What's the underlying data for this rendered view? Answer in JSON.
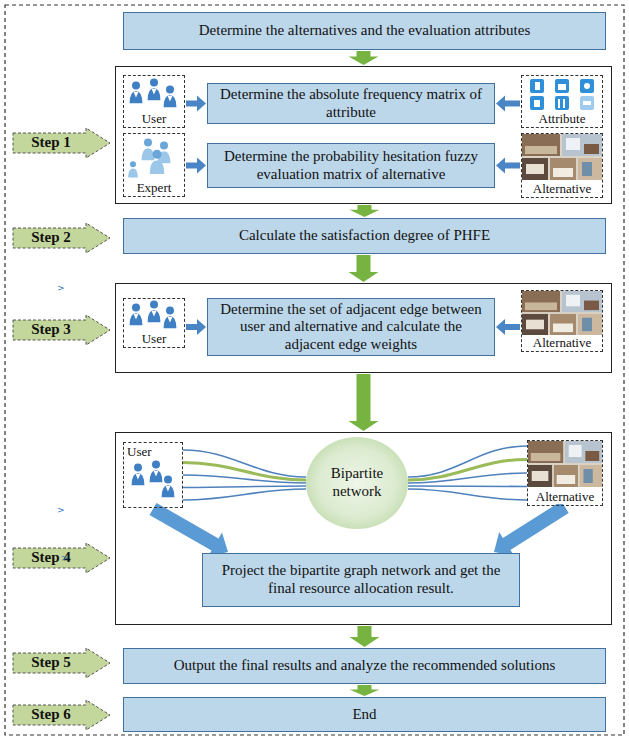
{
  "diagram": {
    "nodes": [
      {
        "text": [
          "Determine  the alternatives and the evaluation attributes"
        ]
      },
      {
        "text": [
          "Step 1"
        ]
      },
      {
        "text": []
      },
      {
        "text": [
          "User"
        ],
        "in": 2
      },
      {
        "text": [
          "Determine the absolute frequency matrix of attribute"
        ],
        "in": 2
      },
      {
        "text": [
          "Attribute"
        ],
        "in": 2
      },
      {
        "text": [
          "Expert"
        ],
        "in": 2
      },
      {
        "text": [
          "Determine the  probability hesitation fuzzy evaluation matrix of alternative"
        ],
        "in": 2
      },
      {
        "text": [
          "Alternative"
        ],
        "in": 2
      },
      {
        "text": [
          "Step 2"
        ]
      },
      {
        "text": [
          "Calculate the satisfaction degree of PHFE"
        ]
      },
      {
        "text": [
          "Step 3"
        ]
      },
      {
        "text": []
      },
      {
        "text": [
          "User"
        ],
        "in": 12
      },
      {
        "text": [
          "Determine the set  of adjacent edge between user  and alternative and calculate the adjacent edge weights"
        ],
        "in": 12
      },
      {
        "text": [
          "Alternative"
        ],
        "in": 12
      },
      {
        "text": [
          "Step 4"
        ]
      },
      {
        "text": []
      },
      {
        "text": [
          "User"
        ],
        "in": 17
      },
      {
        "text": [
          "Bipartite network"
        ],
        "in": 17
      },
      {
        "text": [
          "Alternative"
        ],
        "in": 17
      },
      {
        "text": [
          "Project the bipartite graph network and get the final resource allocation result."
        ],
        "in": 17
      },
      {
        "text": [
          "Step 5"
        ]
      },
      {
        "text": [
          "Output the final results and analyze the recommended solutions"
        ]
      },
      {
        "text": [
          "Step 6"
        ]
      },
      {
        "text": [
          "End"
        ]
      }
    ],
    "edges": [
      {
        "from": 0,
        "to": 2,
        "arrow": "to"
      },
      {
        "from": 3,
        "to": 4,
        "arrow": "to"
      },
      {
        "from": 5,
        "to": 4,
        "arrow": "to"
      },
      {
        "from": 6,
        "to": 7,
        "arrow": "to"
      },
      {
        "from": 8,
        "to": 7,
        "arrow": "to"
      },
      {
        "from": 2,
        "to": 10,
        "arrow": "to"
      },
      {
        "from": 10,
        "to": 12,
        "arrow": "to"
      },
      {
        "from": 13,
        "to": 14,
        "arrow": "to"
      },
      {
        "from": 15,
        "to": 14,
        "arrow": "to"
      },
      {
        "from": 12,
        "to": 17,
        "arrow": "to"
      },
      {
        "from": 18,
        "to": 19,
        "arrow": "none"
      },
      {
        "from": 19,
        "to": 20,
        "arrow": "none"
      },
      {
        "from": 18,
        "to": 21,
        "arrow": "to"
      },
      {
        "from": 20,
        "to": 21,
        "arrow": "to"
      },
      {
        "from": 17,
        "to": 23,
        "arrow": "to"
      },
      {
        "from": 23,
        "to": 25,
        "arrow": "to"
      }
    ],
    "labels": [
      ">",
      ">",
      ">"
    ]
  }
}
